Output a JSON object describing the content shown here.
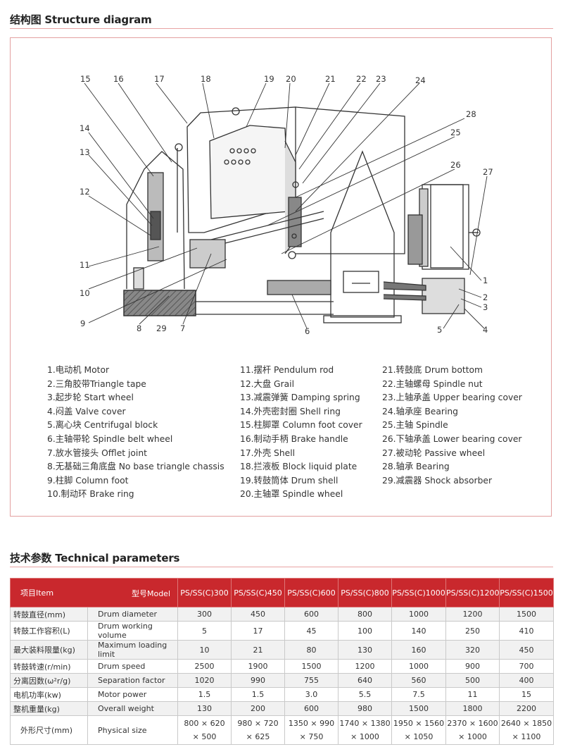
{
  "structure_section": {
    "title": "结构图 Structure diagram"
  },
  "callout_numbers": [
    "15",
    "16",
    "17",
    "18",
    "19",
    "20",
    "21",
    "22",
    "23",
    "24",
    "28",
    "25",
    "26",
    "27",
    "14",
    "13",
    "12",
    "11",
    "10",
    "9",
    "8",
    "29",
    "7",
    "6",
    "1",
    "2",
    "3",
    "5",
    "4"
  ],
  "legend": {
    "col1": [
      "1.电动机 Motor",
      "2.三角胶带Triangle tape",
      "3.起步轮 Start wheel",
      "4.闷盖 Valve cover",
      "5.离心块 Centrifugal block",
      "6.主轴带轮  Spindle belt wheel",
      "7.放水管接头 Offlet joint",
      "8.无基础三角底盘 No base triangle chassis",
      "9.柱脚 Column foot",
      "10.制动环 Brake ring"
    ],
    "col2": [
      "11.摆杆 Pendulum rod",
      "12.大盘 Grail",
      "13.减震弹簧  Damping spring",
      "14.外壳密封圈 Shell ring",
      "15.柱脚罩  Column foot cover",
      "16.制动手柄 Brake handle",
      "17.外壳 Shell",
      "18.拦液板 Block liquid plate",
      "19.转鼓筒体 Drum shell",
      "20.主轴罩 Spindle wheel"
    ],
    "col3": [
      "21.转鼓底 Drum bottom",
      "22.主轴螺母 Spindle nut",
      "23.上轴承盖 Upper bearing cover",
      "24.轴承座 Bearing",
      "25.主轴 Spindle",
      "26.下轴承盖 Lower bearing cover",
      "27.被动轮 Passive wheel",
      "28.轴承 Bearing",
      "29.减震器 Shock absorber"
    ]
  },
  "params_section": {
    "title": "技术参数 Technical parameters"
  },
  "table": {
    "header_item": "项目Item",
    "header_model": "型号Model",
    "models": [
      "PS/SS(C)300",
      "PS/SS(C)450",
      "PS/SS(C)600",
      "PS/SS(C)800",
      "PS/SS(C)1000",
      "PS/SS(C)1200",
      "PS/SS(C)1500"
    ],
    "rows": [
      {
        "cn": "转鼓直径(mm)",
        "en": "Drum diameter",
        "values": [
          "300",
          "450",
          "600",
          "800",
          "1000",
          "1200",
          "1500"
        ]
      },
      {
        "cn": "转鼓工作容积(L)",
        "en": "Drum working volume",
        "values": [
          "5",
          "17",
          "45",
          "100",
          "140",
          "250",
          "410"
        ]
      },
      {
        "cn": "最大装料限量(kg)",
        "en": "Maximum loading limit",
        "values": [
          "10",
          "21",
          "80",
          "130",
          "160",
          "320",
          "450"
        ]
      },
      {
        "cn": "转鼓转速(r/min)",
        "en": "Drum speed",
        "values": [
          "2500",
          "1900",
          "1500",
          "1200",
          "1000",
          "900",
          "700"
        ]
      },
      {
        "cn": "分离因数(ω²r/g)",
        "en": "Separation factor",
        "values": [
          "1020",
          "990",
          "755",
          "640",
          "560",
          "500",
          "400"
        ]
      },
      {
        "cn": "电机功率(kw)",
        "en": "Motor power",
        "values": [
          "1.5",
          "1.5",
          "3.0",
          "5.5",
          "7.5",
          "11",
          "15"
        ]
      },
      {
        "cn": "整机重量(kg)",
        "en": "Overall weight",
        "values": [
          "130",
          "200",
          "600",
          "980",
          "1500",
          "1800",
          "2200"
        ]
      }
    ],
    "size_row": {
      "cn": "外形尺寸(mm)",
      "en": "Physical size",
      "line1": [
        "800 × 620",
        "980 × 720",
        "1350 × 990",
        "1740 × 1380",
        "1950 × 1560",
        "2370 × 1600",
        "2640 × 1850"
      ],
      "line2": [
        "× 500",
        "× 625",
        "× 750",
        "× 1000",
        "× 1050",
        "× 1000",
        "× 1100"
      ]
    }
  }
}
